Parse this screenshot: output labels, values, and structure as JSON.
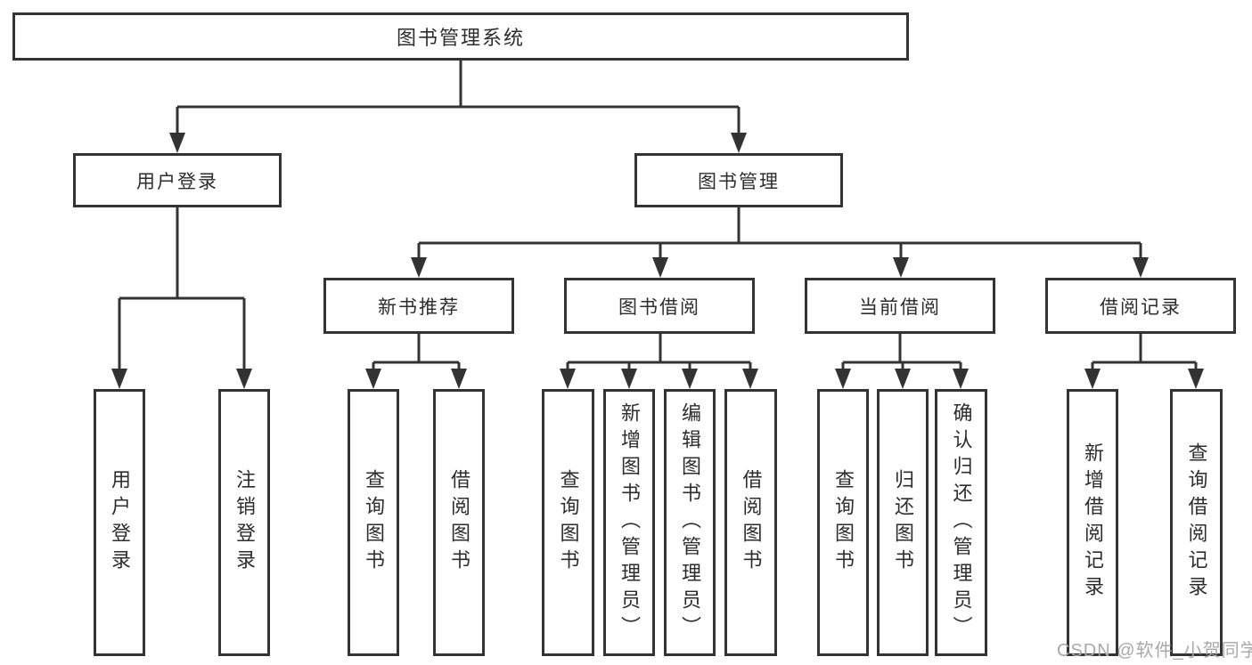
{
  "diagram": {
    "root": {
      "label": "图书管理系统"
    },
    "level2": [
      {
        "label": "用户登录"
      },
      {
        "label": "图书管理"
      }
    ],
    "level3": [
      {
        "label": "新书推荐"
      },
      {
        "label": "图书借阅"
      },
      {
        "label": "当前借阅"
      },
      {
        "label": "借阅记录"
      }
    ],
    "leaves": [
      {
        "label": "用户登录"
      },
      {
        "label": "注销登录"
      },
      {
        "label": "查询图书"
      },
      {
        "label": "借阅图书"
      },
      {
        "label": "查询图书"
      },
      {
        "label": "新增图书（管理员）"
      },
      {
        "label": "编辑图书（管理员）"
      },
      {
        "label": "借阅图书"
      },
      {
        "label": "查询图书"
      },
      {
        "label": "归还图书"
      },
      {
        "label": "确认归还（管理员）"
      },
      {
        "label": "新增借阅记录"
      },
      {
        "label": "查询借阅记录"
      }
    ],
    "watermark": "CSDN @软件_小贺同学",
    "colors": {
      "line": "#333333",
      "text": "#2d2d2d",
      "watermark": "#a9a9a9",
      "background": "#ffffff"
    }
  }
}
